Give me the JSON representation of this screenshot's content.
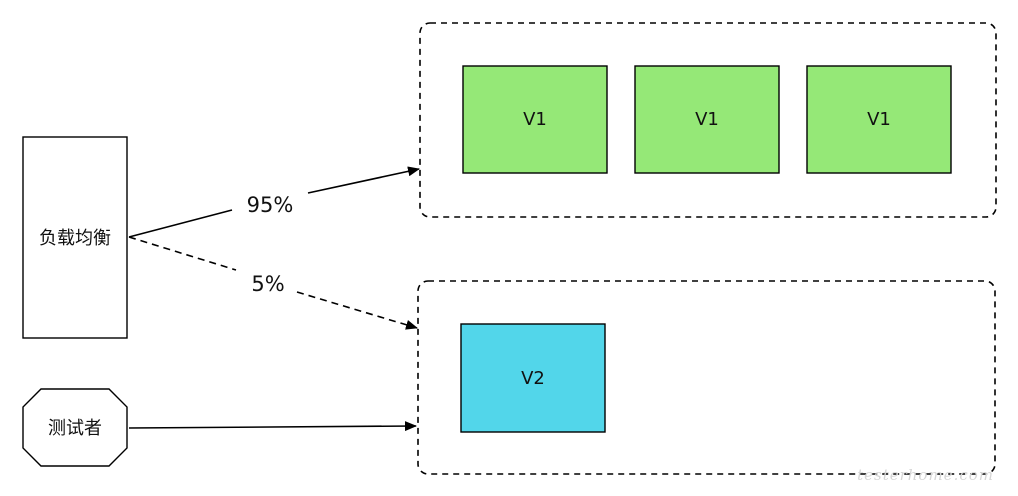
{
  "nodes": {
    "load_balancer": {
      "label": "负载均衡"
    },
    "tester": {
      "label": "测试者"
    },
    "v1_instances": [
      {
        "label": "V1"
      },
      {
        "label": "V1"
      },
      {
        "label": "V1"
      }
    ],
    "v2_instances": [
      {
        "label": "V2"
      }
    ]
  },
  "edges": {
    "to_v1_group": {
      "label": "95%",
      "style": "solid"
    },
    "to_v2_group": {
      "label": "5%",
      "style": "dashed"
    },
    "tester_to_v2_group": {
      "label": "",
      "style": "solid"
    }
  },
  "colors": {
    "v1_fill": "#95e877",
    "v2_fill": "#52d6ea",
    "stroke": "#000000",
    "background": "#ffffff"
  },
  "watermark": "testerhome.com"
}
